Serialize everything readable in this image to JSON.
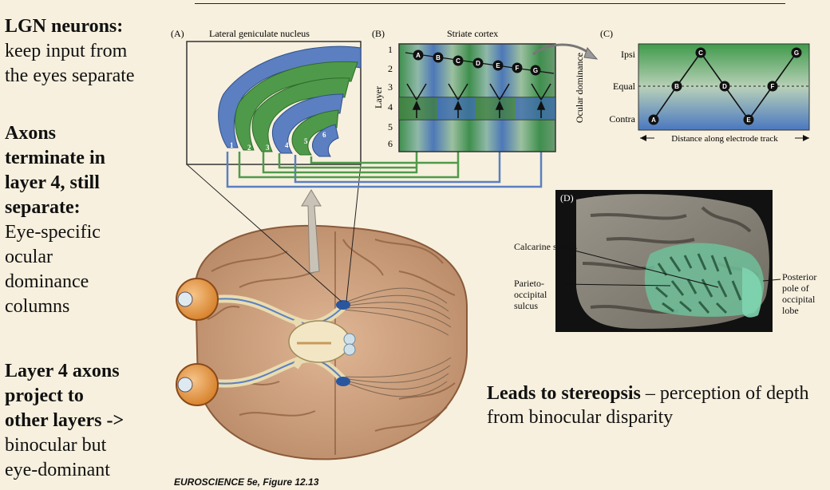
{
  "left_text": {
    "block1": {
      "heading": "LGN neurons:",
      "lines": [
        "keep input from",
        "the eyes separate"
      ]
    },
    "block2": {
      "heading_lines": [
        "Axons",
        "terminate in",
        "layer 4, still",
        "separate:"
      ],
      "lines": [
        "Eye-specific",
        "ocular",
        "dominance",
        "columns"
      ]
    },
    "block3": {
      "heading_lines": [
        "Layer 4 axons",
        "project to",
        "other layers ->"
      ],
      "lines": [
        "binocular but",
        "eye-dominant"
      ]
    }
  },
  "panelA": {
    "letter": "(A)",
    "title": "Lateral geniculate nucleus",
    "layers": [
      "1",
      "2",
      "3",
      "4",
      "5",
      "6"
    ]
  },
  "panelB": {
    "letter": "(B)",
    "title": "Striate cortex",
    "axis_label": "Layer",
    "layer_numbers": [
      "1",
      "2",
      "3",
      "4",
      "5",
      "6"
    ],
    "cells": [
      "A",
      "B",
      "C",
      "D",
      "E",
      "F",
      "G"
    ]
  },
  "panelC": {
    "letter": "(C)",
    "yaxis_label": "Ocular dominance",
    "ticks": [
      "Ipsi",
      "Equal",
      "Contra"
    ],
    "xaxis_label": "Distance along electrode track",
    "points": [
      "A",
      "B",
      "C",
      "D",
      "E",
      "F",
      "G"
    ]
  },
  "panelD": {
    "letter": "(D)",
    "labels": {
      "calcarine": "Calcarine sulcus",
      "parieto": "Parieto-occipital sulcus",
      "posterior": "Posterior pole of occipital lobe"
    }
  },
  "stereopsis": {
    "bold": "Leads to stereopsis",
    "rest": " – perception of depth from binocular disparity"
  },
  "caption": "EUROSCIENCE 5e, Figure 12.13",
  "colors": {
    "blue": "#5b7fc0",
    "green": "#4f9a4a",
    "background": "#f7f0de"
  }
}
